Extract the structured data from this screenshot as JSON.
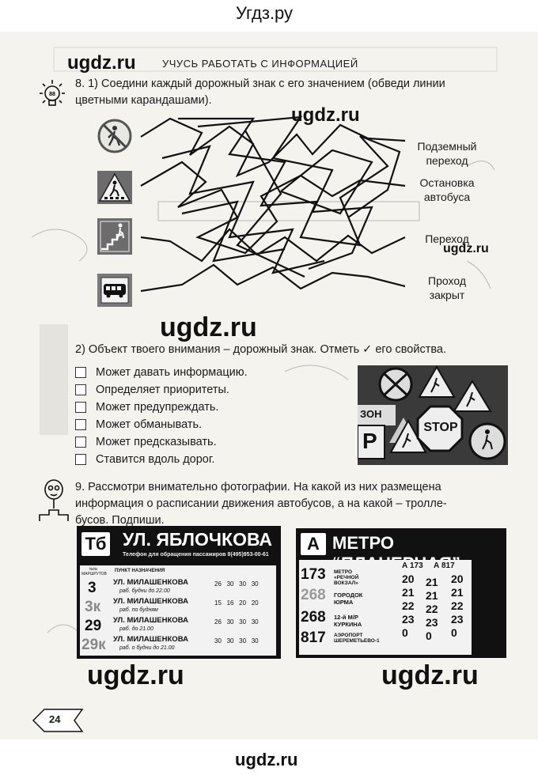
{
  "watermarks": {
    "top": "Угдз.ру",
    "bottom": "ugdz.ru",
    "main": "ugdz.ru"
  },
  "section_title": "УЧУСЬ РАБОТАТЬ С ИНФОРМАЦИЕЙ",
  "task8": {
    "part1_line1": "8. 1) Соедини каждый дорожный знак с его значением (обведи линии",
    "part1_line2": "цветными карандашами).",
    "labels": {
      "underpass_1": "Подземный",
      "underpass_2": "переход",
      "bus_stop_1": "Остановка",
      "bus_stop_2": "автобуса",
      "crossing": "Переход",
      "closed_1": "Проход",
      "closed_2": "закрыт"
    },
    "part2": "2) Объект твоего внимания – дорожный знак. Отметь ✓ его свойства.",
    "options": [
      "Может давать информацию.",
      "Определяет приоритеты.",
      "Может предупреждать.",
      "Может обманывать.",
      "Может предсказывать.",
      "Ставится вдоль дорог."
    ],
    "collage": {
      "stop": "STOP",
      "parking": "P",
      "zone": "ЗОН"
    }
  },
  "task9": {
    "line1": "9. Рассмотри внимательно фотографии. На какой из них размещена",
    "line2": "информация о расписании движения автобусов, а на какой – тролле-",
    "line3": "бусов. Подпиши."
  },
  "board1": {
    "route_badge": "Тб",
    "street": "УЛ. ЯБЛОЧКОВА",
    "phone": "Телефон для обращения пассажиров 8(495)953-00-61",
    "col_routes": "№№ МАРШРУТОВ",
    "col_dest": "ПУНКТ НАЗНАЧЕНИЯ",
    "routes": [
      "3",
      "3к",
      "29",
      "29к"
    ],
    "destinations": [
      "УЛ. МИЛАШЕНКОВА",
      "УЛ. МИЛАШЕНКОВА",
      "УЛ. МИЛАШЕНКОВА",
      "УЛ. МИЛАШЕНКОВА"
    ],
    "notes": [
      "раб. будни до 22.00",
      "раб. по будням",
      "раб. до 21.00",
      "раб. о будни до 21.00"
    ],
    "intervals": [
      [
        "26",
        "30",
        "30",
        "30"
      ],
      [
        "15",
        "16",
        "20",
        "20"
      ],
      [
        "26",
        "30",
        "30",
        "30"
      ],
      [
        "30",
        "30",
        "30",
        "30"
      ]
    ]
  },
  "board2": {
    "route_badge": "А",
    "station": "МЕТРО “ПЛАНЕРНАЯ”",
    "routes": [
      "173",
      "268",
      "268",
      "817"
    ],
    "destinations": [
      "МЕТРО «РЕЧНОЙ ВОКЗАЛ»",
      "ГОРОДОК ЮРМА",
      "12-й М/Р КУРКИНА",
      "АЭРОПОРТ ШЕРЕМЕТЬЕВО-1"
    ],
    "bus_173": "А 173",
    "bus_817": "А 817",
    "times_a": [
      "20",
      "21",
      "22",
      "23",
      "0"
    ],
    "times_b": [
      "21",
      "21",
      "22",
      "23",
      "0"
    ],
    "times_c": [
      "20",
      "21",
      "22",
      "23",
      "0"
    ]
  },
  "page_number": "24"
}
